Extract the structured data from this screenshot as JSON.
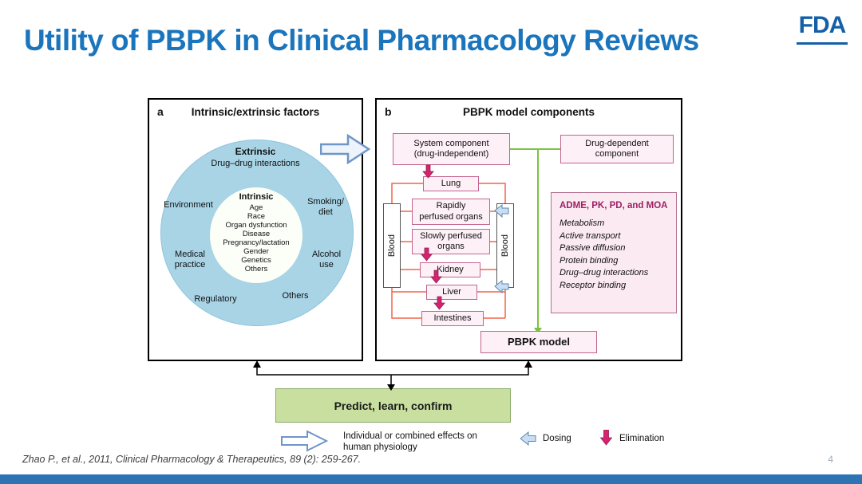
{
  "slide": {
    "title": "Utility of PBPK in Clinical Pharmacology Reviews",
    "logo": "FDA",
    "citation": "Zhao P., et al., 2011, Clinical Pharmacology & Therapeutics, 89 (2): 259-267.",
    "page_number": "4"
  },
  "panel_a": {
    "label": "a",
    "title": "Intrinsic/extrinsic factors",
    "extrinsic_title": "Extrinsic",
    "extrinsic_sub": "Drug–drug interactions",
    "factors": {
      "environment": "Environment",
      "smoking": "Smoking/\ndiet",
      "medical": "Medical\npractice",
      "alcohol": "Alcohol\nuse",
      "regulatory": "Regulatory",
      "others": "Others"
    },
    "intrinsic_title": "Intrinsic",
    "intrinsic_items": [
      "Age",
      "Race",
      "Organ dysfunction",
      "Disease",
      "Pregnancy/lactation",
      "Gender",
      "Genetics",
      "Others"
    ]
  },
  "panel_b": {
    "label": "b",
    "title": "PBPK model components",
    "system_component": "System component\n(drug-independent)",
    "drug_component": "Drug-dependent\ncomponent",
    "blood": "Blood",
    "organs": [
      "Lung",
      "Rapidly\nperfused organs",
      "Slowly perfused\norgans",
      "Kidney",
      "Liver",
      "Intestines"
    ],
    "adme_title": "ADME, PK, PD, and MOA",
    "adme_items": [
      "Metabolism",
      "Active transport",
      "Passive diffusion",
      "Protein binding",
      "Drug–drug interactions",
      "Receptor binding"
    ],
    "pbpk_model": "PBPK model"
  },
  "bottom": {
    "predict": "Predict, learn, confirm",
    "effects": "Individual or combined effects on\nhuman physiology",
    "legend_dosing": "Dosing",
    "legend_elimination": "Elimination"
  },
  "colors": {
    "title_blue": "#1B75BC",
    "bottom_bar_blue": "#2E74B5",
    "circle_blue": "#A8D4E6",
    "pink_box": "#FDF0F6",
    "pink_border": "#C4648F",
    "flow_red": "#F2654A",
    "green": "#7DC242",
    "predict_green": "#C9DFA0",
    "elimination_magenta": "#D4246E",
    "dosing_blue": "#C9DEF2"
  }
}
